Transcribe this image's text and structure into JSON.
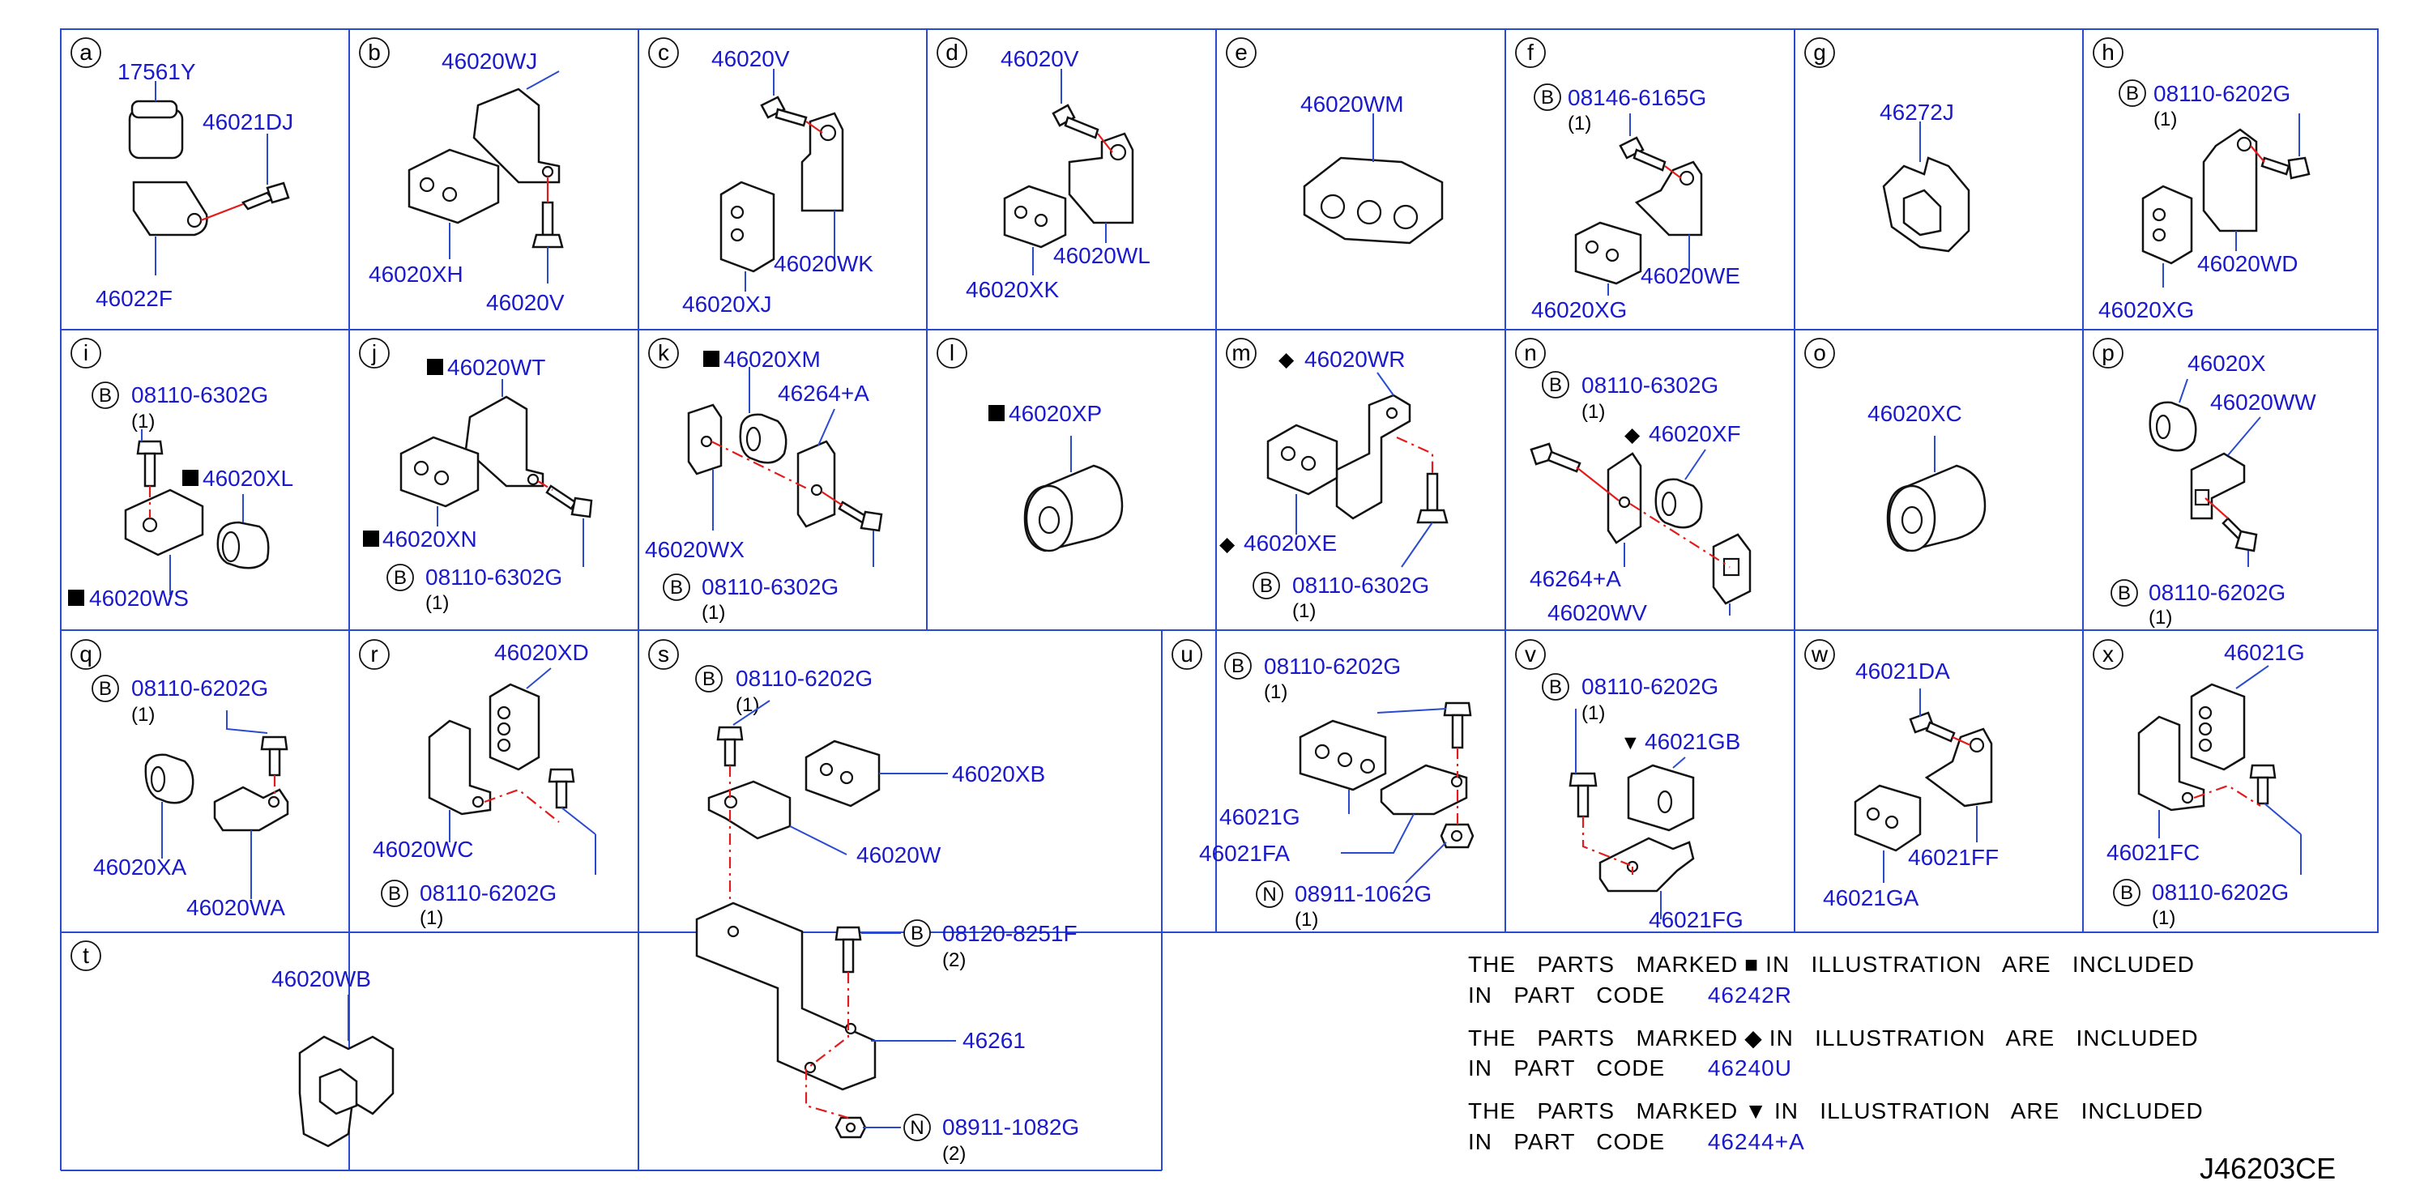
{
  "drawing_id": "J46203CE",
  "cells": [
    {
      "id": "a",
      "labels": [
        "17561Y",
        "46021DJ",
        "46022F"
      ]
    },
    {
      "id": "b",
      "labels": [
        "46020WJ",
        "46020XH",
        "46020V"
      ]
    },
    {
      "id": "c",
      "labels": [
        "46020V",
        "46020WK",
        "46020XJ"
      ]
    },
    {
      "id": "d",
      "labels": [
        "46020V",
        "46020WL",
        "46020XK"
      ]
    },
    {
      "id": "e",
      "labels": [
        "46020WM"
      ]
    },
    {
      "id": "f",
      "labels": [
        "08146-6165G",
        "46020WE",
        "46020XG"
      ],
      "qty": "(1)"
    },
    {
      "id": "g",
      "labels": [
        "46272J"
      ]
    },
    {
      "id": "h",
      "labels": [
        "08110-6202G",
        "46020WD",
        "46020XG"
      ],
      "qty": "(1)"
    },
    {
      "id": "i",
      "labels": [
        "08110-6302G",
        "46020XL",
        "46020WS"
      ],
      "qty": "(1)"
    },
    {
      "id": "j",
      "labels": [
        "46020WT",
        "46020XN",
        "08110-6302G"
      ],
      "qty": "(1)"
    },
    {
      "id": "k",
      "labels": [
        "46020XM",
        "46264+A",
        "46020WX",
        "08110-6302G"
      ],
      "qty": "(1)"
    },
    {
      "id": "l",
      "labels": [
        "46020XP"
      ]
    },
    {
      "id": "m",
      "labels": [
        "46020WR",
        "46020XE",
        "08110-6302G"
      ],
      "qty": "(1)"
    },
    {
      "id": "n",
      "labels": [
        "08110-6302G",
        "46020XF",
        "46264+A",
        "46020WV"
      ],
      "qty": "(1)"
    },
    {
      "id": "o",
      "labels": [
        "46020XC"
      ]
    },
    {
      "id": "p",
      "labels": [
        "46020X",
        "46020WW",
        "08110-6202G"
      ],
      "qty": "(1)"
    },
    {
      "id": "q",
      "labels": [
        "08110-6202G",
        "46020XA",
        "46020WA"
      ],
      "qty": "(1)"
    },
    {
      "id": "r",
      "labels": [
        "46020XD",
        "46020WC",
        "08110-6202G"
      ],
      "qty": "(1)"
    },
    {
      "id": "s",
      "labels": [
        "08110-6202G",
        "46020XB",
        "46020W",
        "08120-8251F",
        "46261",
        "08911-1082G"
      ],
      "qty": [
        "(1)",
        "(2)",
        "(2)"
      ]
    },
    {
      "id": "t",
      "labels": [
        "46020WB"
      ]
    },
    {
      "id": "u",
      "labels": [
        "08110-6202G",
        "46021G",
        "46021FA",
        "08911-1062G"
      ],
      "qty": [
        "(1)",
        "(1)"
      ]
    },
    {
      "id": "v",
      "labels": [
        "08110-6202G",
        "46021GB",
        "46021FG"
      ],
      "qty": "(1)"
    },
    {
      "id": "w",
      "labels": [
        "46021DA",
        "46021FF",
        "46021GA"
      ]
    },
    {
      "id": "x",
      "labels": [
        "46021G",
        "46021FC",
        "08110-6202G"
      ],
      "qty": "(1)"
    }
  ],
  "badges": {
    "bolt": "B",
    "nut": "N"
  },
  "notes": [
    {
      "prefix": "THE   PARTS   MARKED",
      "symbol": "■",
      "suffix": "IN   ILLUSTRATION   ARE   INCLUDED",
      "code_prefix": "IN   PART   CODE",
      "code": "46242R"
    },
    {
      "prefix": "THE   PARTS   MARKED",
      "symbol": "◆",
      "suffix": "IN   ILLUSTRATION   ARE   INCLUDED",
      "code_prefix": "IN   PART   CODE",
      "code": "46240U"
    },
    {
      "prefix": "THE   PARTS   MARKED",
      "symbol": "▼",
      "suffix": "IN   ILLUSTRATION   ARE   INCLUDED",
      "code_prefix": "IN   PART   CODE",
      "code": "46244+A"
    }
  ],
  "colors": {
    "label": "#1a1acc",
    "grid": "#2a4bd0",
    "connector": "#e21c1c",
    "ink": "#111111"
  }
}
